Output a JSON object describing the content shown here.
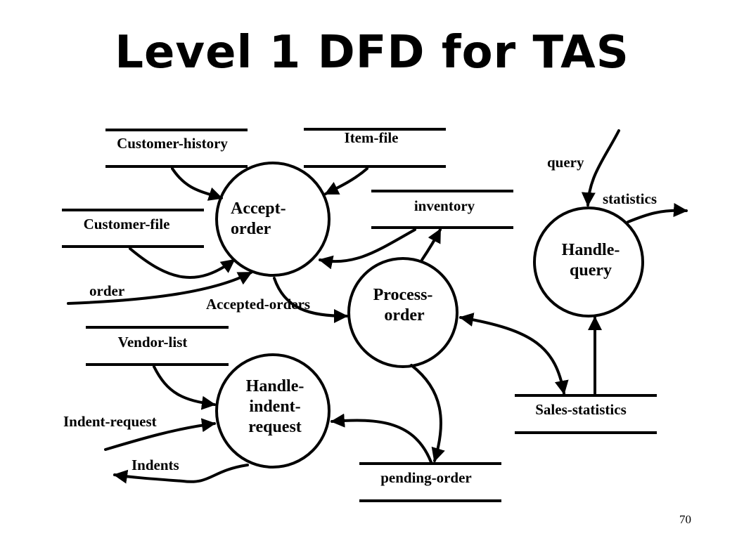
{
  "slide": {
    "title": "Level 1 DFD for TAS",
    "page_number": "70"
  },
  "processes": {
    "accept_order": [
      "Accept-",
      "order"
    ],
    "process_order": [
      "Process-",
      "order"
    ],
    "handle_query": [
      "Handle-",
      "query"
    ],
    "handle_indent_request": [
      "Handle-",
      "indent-",
      "request"
    ]
  },
  "stores": {
    "customer_history": "Customer-history",
    "item_file": "Item-file",
    "inventory": "inventory",
    "customer_file": "Customer-file",
    "vendor_list": "Vendor-list",
    "sales_statistics": "Sales-statistics",
    "pending_order": "pending-order"
  },
  "flows": {
    "order": "order",
    "accepted_orders": "Accepted-orders",
    "query": "query",
    "statistics": "statistics",
    "indent_request": "Indent-request",
    "indents": "Indents"
  }
}
